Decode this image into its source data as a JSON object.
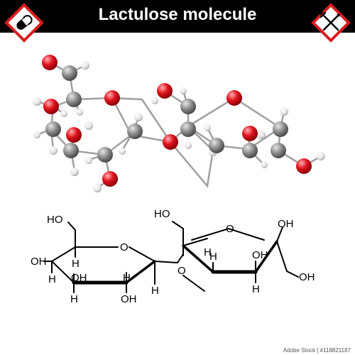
{
  "title": "Lactulose molecule",
  "icons": {
    "left": "medicine-capsule-icon",
    "right": "fork-knife-food-icon"
  },
  "colors": {
    "header": "#000000",
    "hazard_border": "#d81e1e",
    "carbon": "#8a8a8a",
    "oxygen": "#e0141e",
    "hydrogen": "#e8e8e8",
    "bond": "#9a9a9a"
  },
  "structure": {
    "labels": {
      "ho_top_left": "HO",
      "o_ring_left": "O",
      "oh_c4": "OH",
      "h_c5": "H",
      "h_c4": "H",
      "oh_c3": "OH",
      "h_c3": "H",
      "h_c2": "H",
      "oh_c2": "OH",
      "h_c1": "H",
      "o_glycosidic": "O",
      "ho_top_right": "HO",
      "o_ring_right": "O",
      "oh_right_top": "OH",
      "h_right_c5": "H",
      "oh_right_c3": "OH",
      "h_right_c4": "H",
      "h_right_c3": "H",
      "oh_right_bottom": "OH"
    }
  },
  "watermark": "Adobe Stock | #118821187"
}
